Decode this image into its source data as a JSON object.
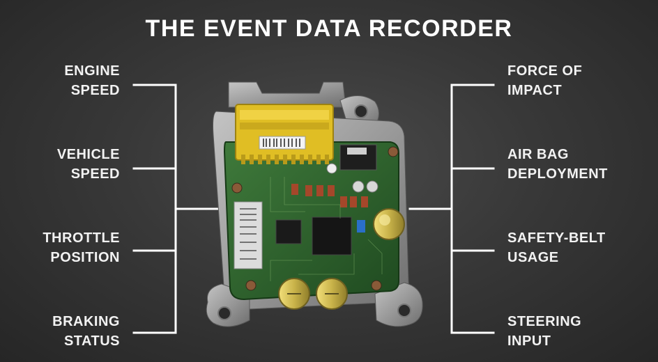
{
  "title": "THE EVENT DATA RECORDER",
  "left_labels": [
    {
      "line1": "ENGINE",
      "line2": "SPEED"
    },
    {
      "line1": "VEHICLE",
      "line2": "SPEED"
    },
    {
      "line1": "THROTTLE",
      "line2": "POSITION"
    },
    {
      "line1": "BRAKING",
      "line2": "STATUS"
    }
  ],
  "right_labels": [
    {
      "line1": "FORCE OF",
      "line2": "IMPACT"
    },
    {
      "line1": "AIR BAG",
      "line2": "DEPLOYMENT"
    },
    {
      "line1": "SAFETY-BELT",
      "line2": "USAGE"
    },
    {
      "line1": "STEERING",
      "line2": "INPUT"
    }
  ],
  "colors": {
    "background": "#333333",
    "text": "#ffffff",
    "connector": "#ffffff",
    "board": "#2d5a2b",
    "connector_plug": "#e8c12a",
    "housing": "#a8a8a8"
  }
}
